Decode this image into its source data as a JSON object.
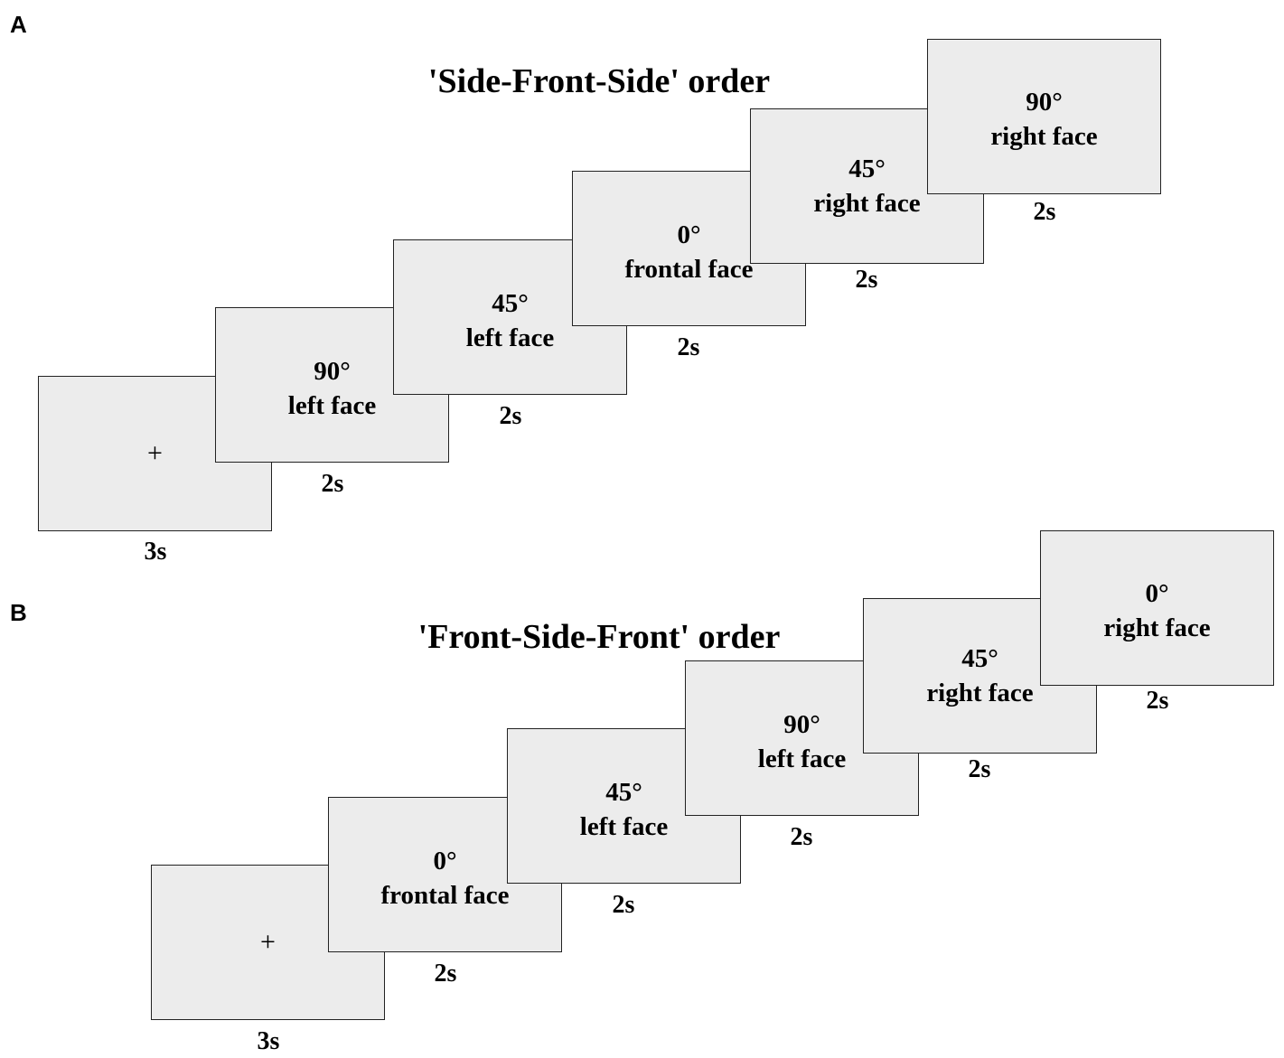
{
  "panel_a": {
    "letter": "A",
    "title": "'Side-Front-Side' order",
    "screens": [
      {
        "symbol": "+",
        "duration": "3s"
      },
      {
        "line1": "90°",
        "line2": "left face",
        "duration": "2s"
      },
      {
        "line1": "45°",
        "line2": "left face",
        "duration": "2s"
      },
      {
        "line1": "0°",
        "line2": "frontal face",
        "duration": "2s"
      },
      {
        "line1": "45°",
        "line2": "right face",
        "duration": "2s"
      },
      {
        "line1": "90°",
        "line2": "right face",
        "duration": "2s"
      }
    ]
  },
  "panel_b": {
    "letter": "B",
    "title": "'Front-Side-Front' order",
    "screens": [
      {
        "symbol": "+",
        "duration": "3s"
      },
      {
        "line1": "0°",
        "line2": "frontal face",
        "duration": "2s"
      },
      {
        "line1": "45°",
        "line2": "left face",
        "duration": "2s"
      },
      {
        "line1": "90°",
        "line2": "left face",
        "duration": "2s"
      },
      {
        "line1": "45°",
        "line2": "right face",
        "duration": "2s"
      },
      {
        "line1": "0°",
        "line2": "right face",
        "duration": "2s"
      }
    ]
  },
  "colors": {
    "screen_fill": "#ececec",
    "screen_border": "#222222",
    "text": "#000000"
  }
}
